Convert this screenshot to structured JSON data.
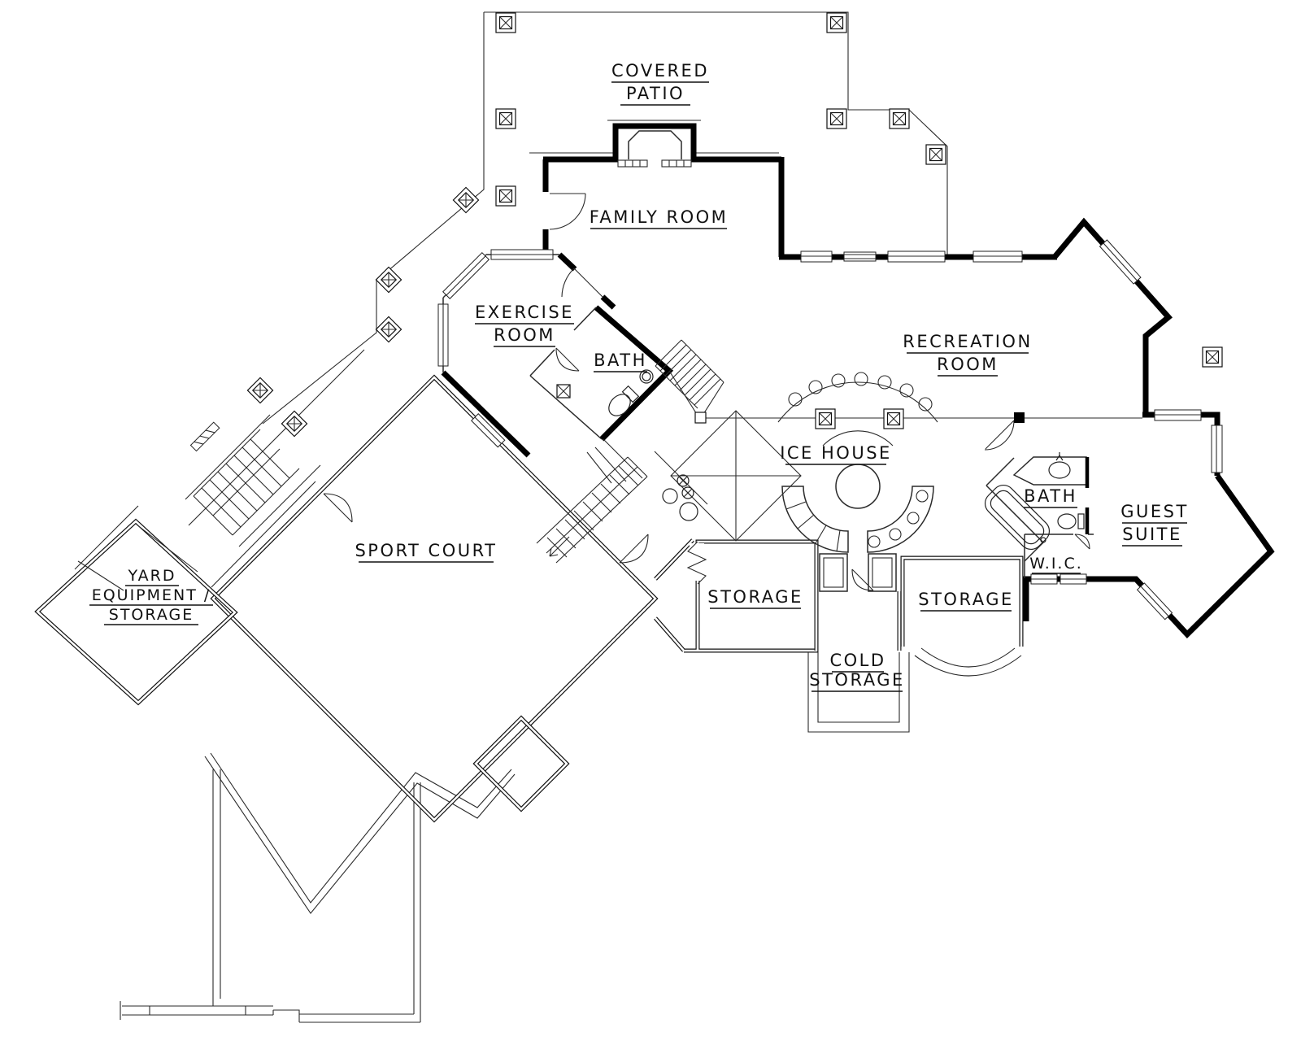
{
  "document": {
    "kind": "architectural-floor-plan",
    "style": "black-line blueprint on white"
  },
  "colors": {
    "line": "#000000",
    "background": "#ffffff"
  },
  "rooms": {
    "covered_patio": {
      "lines": [
        "COVERED",
        "PATIO"
      ]
    },
    "family_room": {
      "lines": [
        "FAMILY ROOM"
      ]
    },
    "exercise_room": {
      "lines": [
        "EXERCISE",
        "ROOM"
      ]
    },
    "bath_main": {
      "lines": [
        "BATH"
      ]
    },
    "recreation_room": {
      "lines": [
        "RECREATION",
        "ROOM"
      ]
    },
    "ice_house": {
      "lines": [
        "ICE HOUSE"
      ]
    },
    "bath_guest": {
      "lines": [
        "BATH"
      ]
    },
    "guest_suite": {
      "lines": [
        "GUEST",
        "SUITE"
      ]
    },
    "wic": {
      "lines": [
        "W.I.C."
      ]
    },
    "sport_court": {
      "lines": [
        "SPORT COURT"
      ]
    },
    "yard_equipment_storage": {
      "lines": [
        "YARD",
        "EQUIPMENT /",
        "STORAGE"
      ]
    },
    "storage_left": {
      "lines": [
        "STORAGE"
      ]
    },
    "storage_right": {
      "lines": [
        "STORAGE"
      ]
    },
    "cold_storage": {
      "lines": [
        "COLD",
        "STORAGE"
      ]
    }
  }
}
